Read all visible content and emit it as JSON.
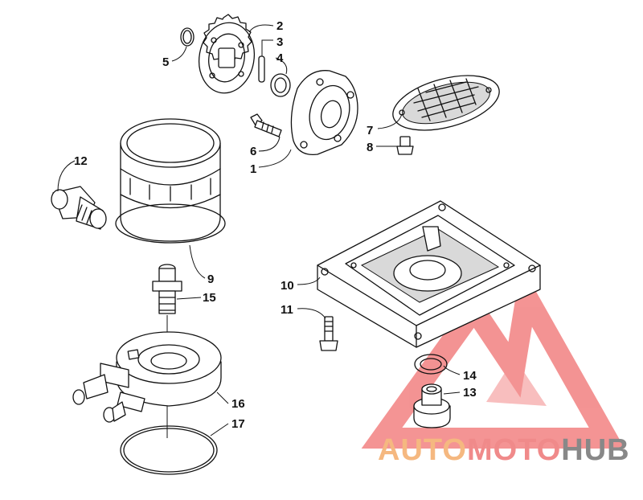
{
  "diagram": {
    "callouts": [
      {
        "id": "c1",
        "label": "1"
      },
      {
        "id": "c2",
        "label": "2"
      },
      {
        "id": "c3",
        "label": "3"
      },
      {
        "id": "c4",
        "label": "4"
      },
      {
        "id": "c5",
        "label": "5"
      },
      {
        "id": "c6",
        "label": "6"
      },
      {
        "id": "c7",
        "label": "7"
      },
      {
        "id": "c8",
        "label": "8"
      },
      {
        "id": "c9",
        "label": "9"
      },
      {
        "id": "c10",
        "label": "10"
      },
      {
        "id": "c11",
        "label": "11"
      },
      {
        "id": "c12",
        "label": "12"
      },
      {
        "id": "c13",
        "label": "13"
      },
      {
        "id": "c14",
        "label": "14"
      },
      {
        "id": "c15",
        "label": "15"
      },
      {
        "id": "c16",
        "label": "16"
      },
      {
        "id": "c17",
        "label": "17"
      }
    ]
  },
  "watermark": {
    "part1": "AUTO",
    "part2": "MOTO",
    "part3": "HUB",
    "color_part1": "#f5b880",
    "color_part2": "#f08a8a",
    "color_part3": "#888888",
    "logo_color": "#f07070"
  }
}
